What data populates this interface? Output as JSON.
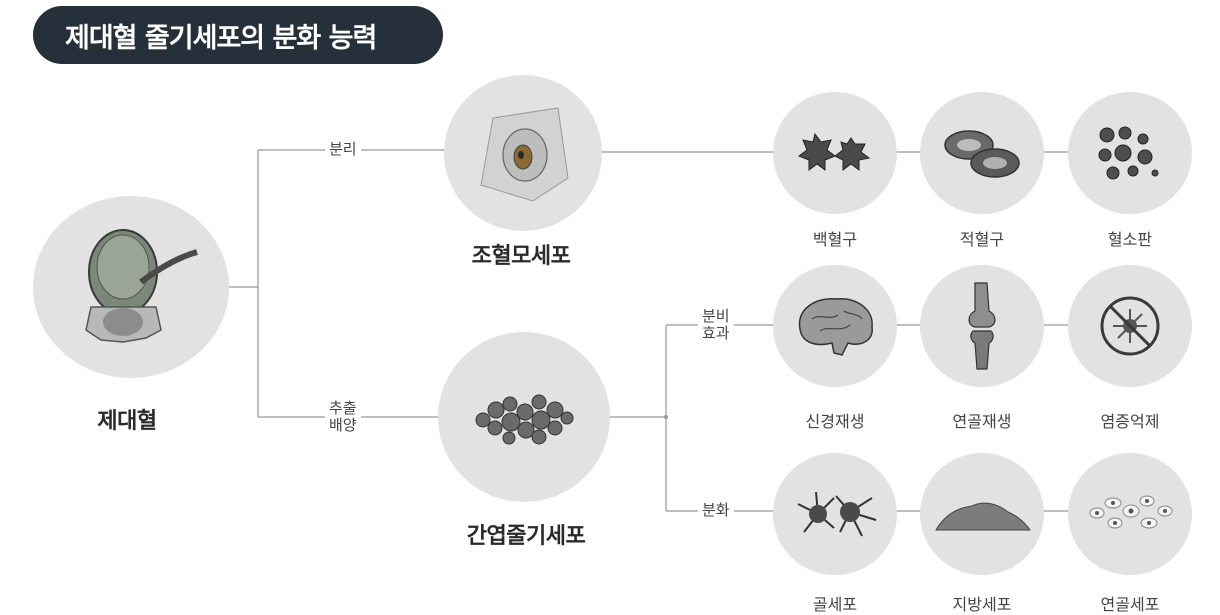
{
  "title": "제대혈 줄기세포의 분화 능력",
  "nodes": {
    "source": "제대혈",
    "hsc": "조혈모세포",
    "msc": "간엽줄기세포",
    "wbc": "백혈구",
    "rbc": "적혈구",
    "platelet": "혈소판",
    "nerve": "신경재생",
    "cartilage_regen": "연골재생",
    "inflammation": "염증억제",
    "osteocyte": "골세포",
    "adipocyte": "지방세포",
    "chondrocyte": "연골세포"
  },
  "edges": {
    "separation": "분리",
    "extract_1": "추출",
    "extract_2": "배양",
    "secretion_1": "분비",
    "secretion_2": "효과",
    "differentiation": "분화"
  },
  "colors": {
    "title_bg": "#26303b",
    "circle": "#e2e2e2",
    "line": "#999999"
  }
}
